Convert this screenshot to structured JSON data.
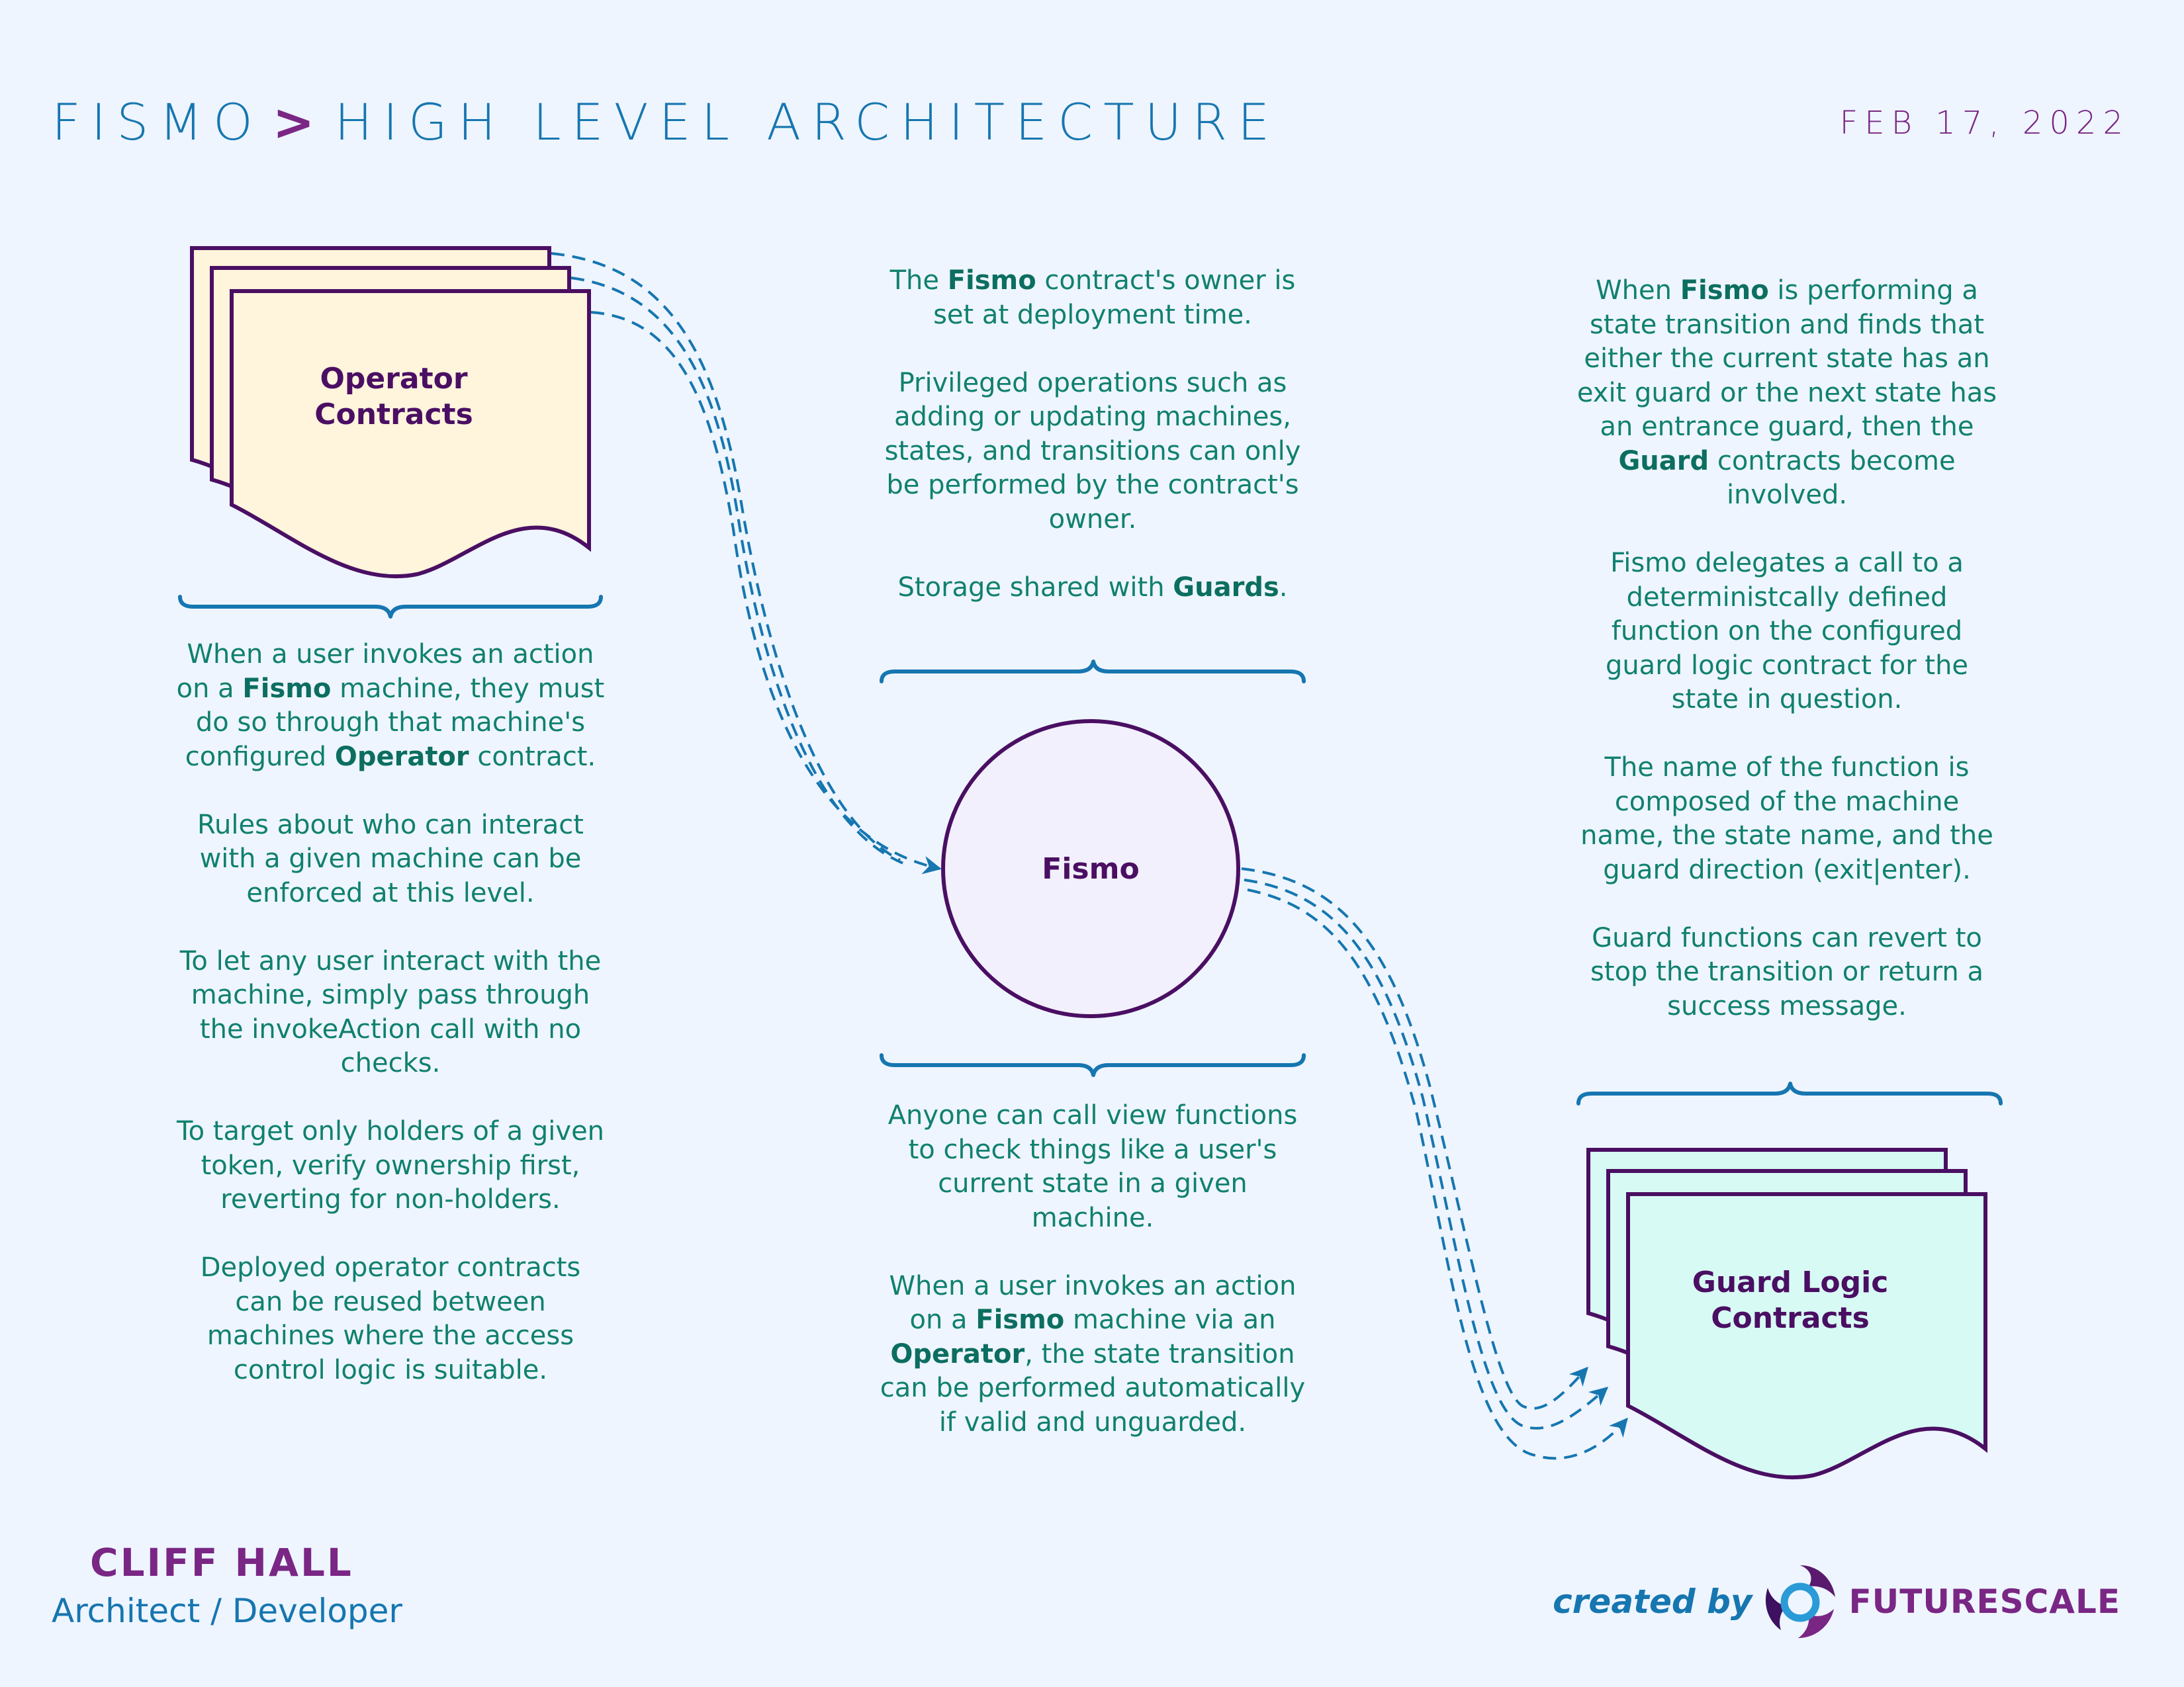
{
  "header": {
    "title_left": "FISMO",
    "title_separator": ">",
    "title_right": "HIGH LEVEL ARCHITECTURE",
    "date": "FEB 17, 2022"
  },
  "nodes": {
    "operator": {
      "line1": "Operator",
      "line2": "Contracts"
    },
    "fismo": {
      "label": "Fismo"
    },
    "guard": {
      "line1": "Guard Logic",
      "line2": "Contracts"
    }
  },
  "notes": {
    "operator": [
      [
        "When a user invokes an action on a ",
        {
          "b": "Fismo"
        },
        " machine, they must do so through that machine's configured ",
        {
          "b": "Operator"
        },
        " contract."
      ],
      [
        "Rules about who can interact with a given machine can be enforced at this level."
      ],
      [
        "To let any user interact with the machine, simply pass through the invokeAction call with no checks."
      ],
      [
        "To target only holders of a given token, verify ownership first, reverting for non-holders."
      ],
      [
        "Deployed operator contracts can be reused between machines where the access control logic is suitable."
      ]
    ],
    "fismo_top": [
      [
        "The ",
        {
          "b": "Fismo"
        },
        " contract's owner is set at deployment time."
      ],
      [
        "Privileged operations such as adding or updating machines, states, and transitions can only be performed by the contract's owner."
      ],
      [
        "Storage shared with ",
        {
          "b": "Guards"
        },
        "."
      ]
    ],
    "fismo_bottom": [
      [
        "Anyone can call view functions to check things like a user's current state in a given machine."
      ],
      [
        "When a user invokes an action on a ",
        {
          "b": "Fismo"
        },
        " machine via an ",
        {
          "b": "Operator"
        },
        ", the state transition can be performed automatically if valid and unguarded."
      ]
    ],
    "guard": [
      [
        "When ",
        {
          "b": "Fismo"
        },
        " is performing a state transition and finds that either the current state has an exit guard or the next state has an entrance guard, then the ",
        {
          "b": "Guard"
        },
        " contracts become involved."
      ],
      [
        "Fismo delegates a call to a deterministcally defined function on the configured guard logic contract for the state in question."
      ],
      [
        "The name of the function is composed of the machine name, the state name, and the guard direction (exit|enter)."
      ],
      [
        "Guard functions can revert to stop the transition or return a success message."
      ]
    ]
  },
  "footer": {
    "author_name": "CLIFF HALL",
    "author_role": "Architect / Developer",
    "credit_prefix": "created by",
    "credit_brand": "FUTURESCALE"
  },
  "colors": {
    "background": "#eef5fe",
    "blue": "#1676b0",
    "purple": "#7a2685",
    "dark_purple": "#4a0f63",
    "teal": "#10806f",
    "operator_fill": "#fff4dc",
    "guard_fill": "#d8faf4",
    "fismo_fill": "#f2f0fc"
  }
}
